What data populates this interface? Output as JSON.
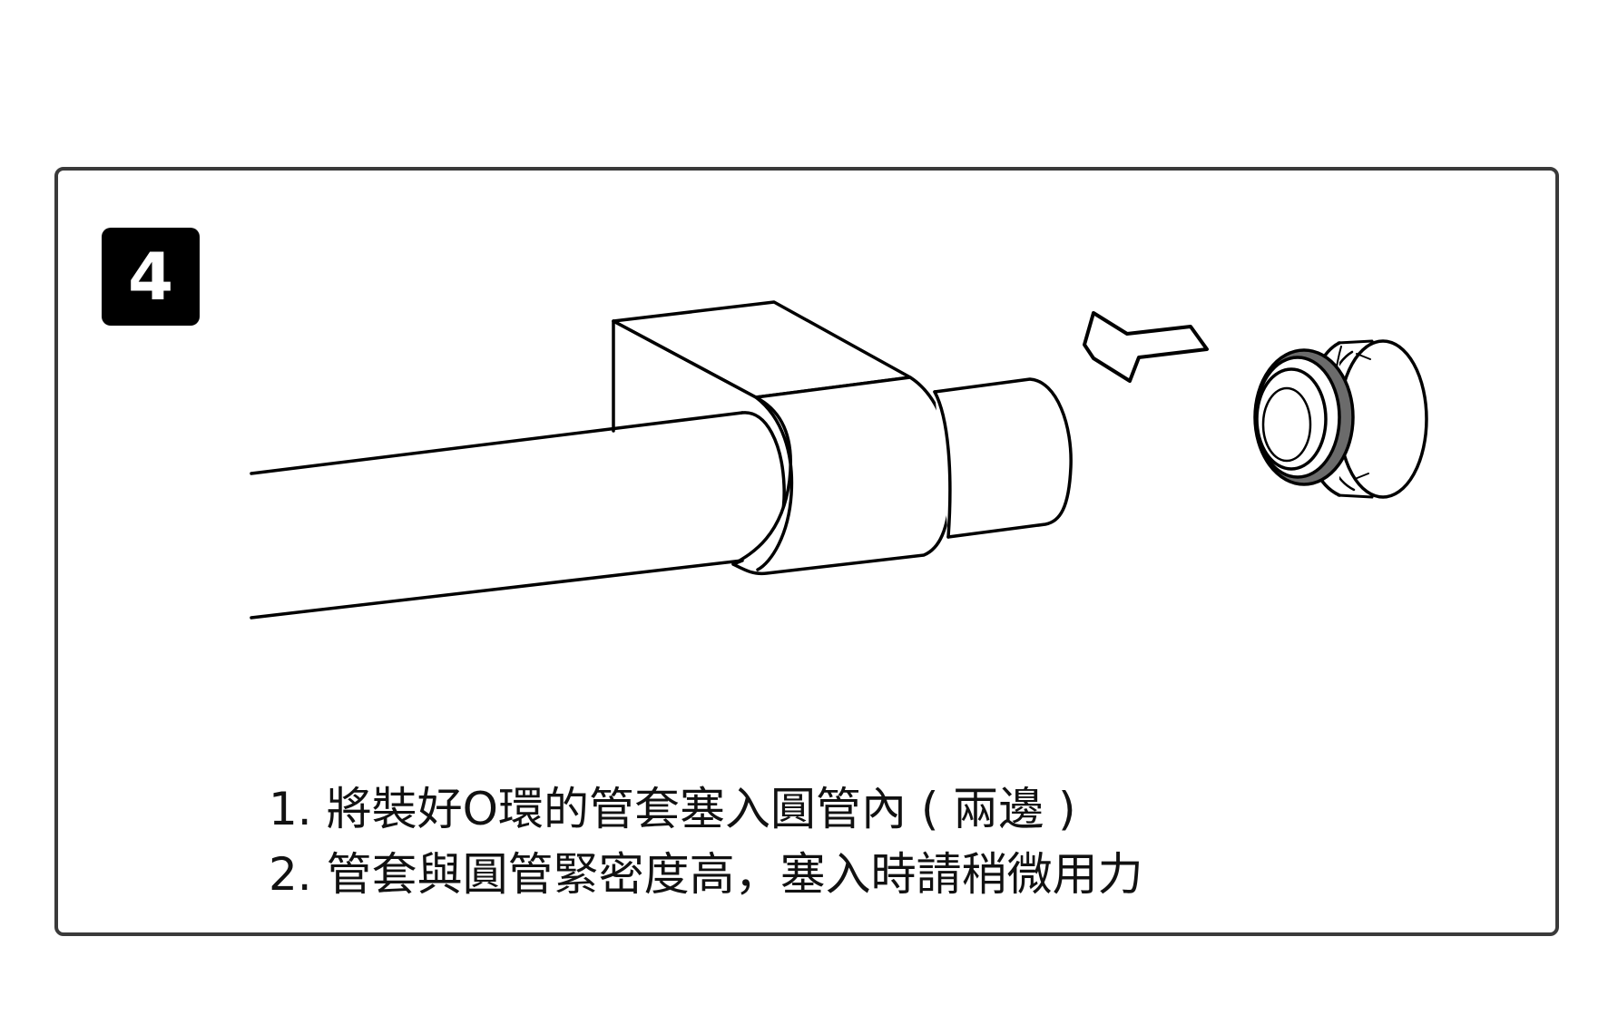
{
  "step": {
    "number": "4"
  },
  "illustration": {
    "parts": [
      "rod-icon",
      "bracket-icon",
      "sleeve-icon",
      "arrow-left-icon",
      "end-cap-icon",
      "o-ring-icon"
    ],
    "o_ring_color": "#6b6b6b",
    "line_color": "#000000"
  },
  "instructions": [
    "1. 將裝好O環的管套塞入圓管內 ( 兩邊 )",
    "2. 管套與圓管緊密度高，塞入時請稍微用力"
  ]
}
